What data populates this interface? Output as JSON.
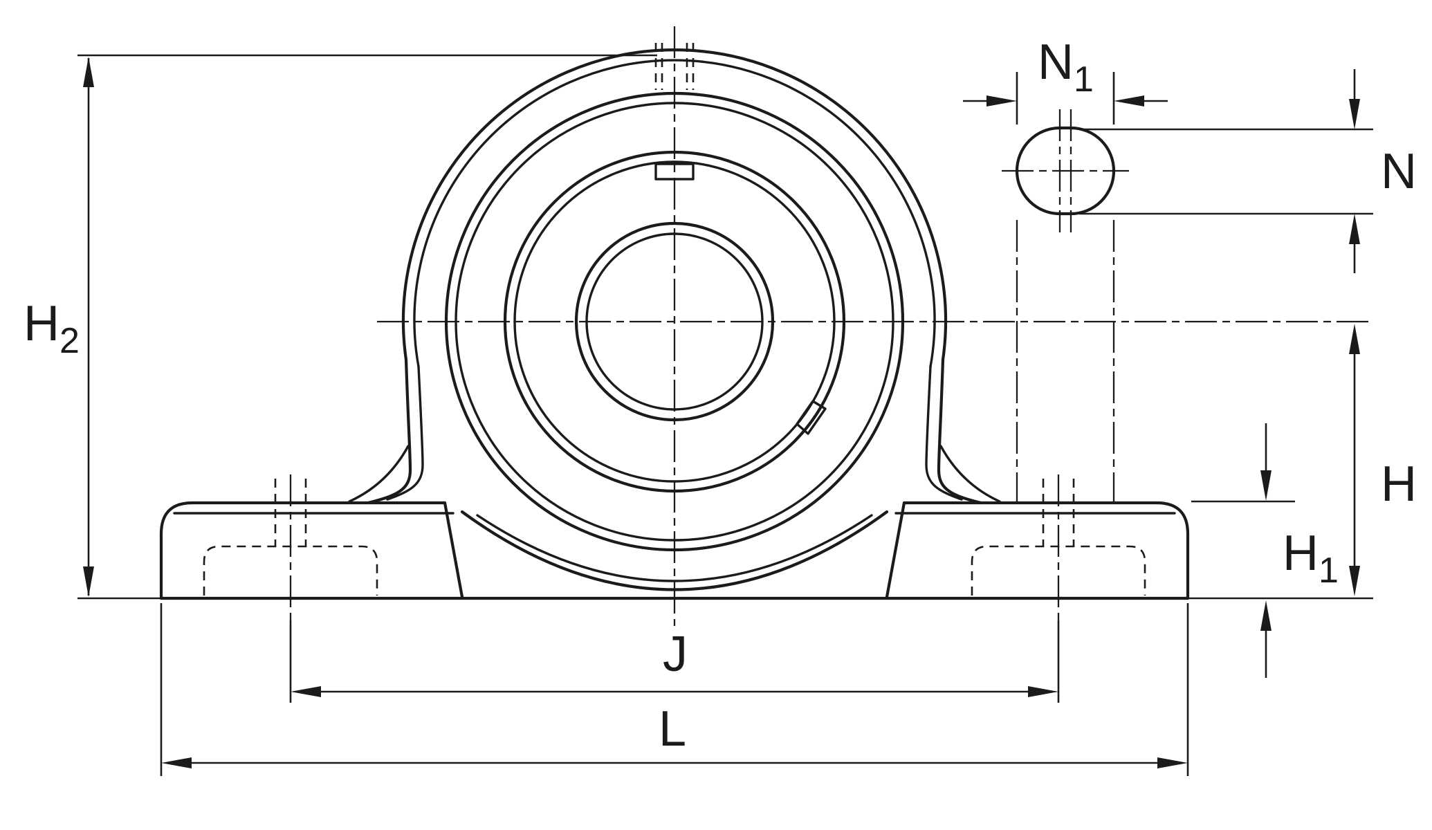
{
  "drawing": {
    "type": "technical-dimension-drawing",
    "subject": "pillow-block-bearing-unit-front-view",
    "colors": {
      "line": "#1b1b1b",
      "background": "#ffffff"
    },
    "labels": {
      "H2": {
        "base": "H",
        "sub": "2"
      },
      "N1": {
        "base": "N",
        "sub": "1"
      },
      "N": {
        "base": "N",
        "sub": ""
      },
      "H": {
        "base": "H",
        "sub": ""
      },
      "H1": {
        "base": "H",
        "sub": "1"
      },
      "J": {
        "base": "J",
        "sub": ""
      },
      "L": {
        "base": "L",
        "sub": ""
      }
    }
  }
}
